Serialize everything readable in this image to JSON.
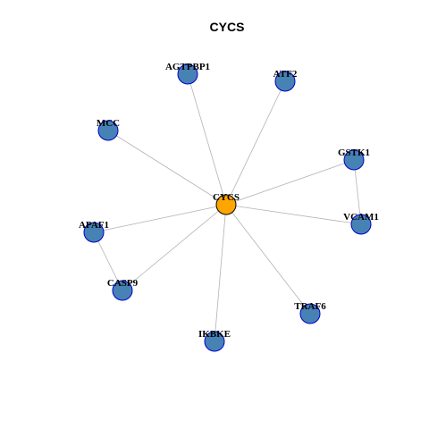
{
  "title": "CYCS",
  "colors": {
    "hub_fill": "#FFA500",
    "node_fill": "#4682B4",
    "node_stroke": "#0000CD",
    "hub_stroke": "#000000",
    "edge": "#B3B3B3"
  },
  "nodes": [
    {
      "id": "CYCS",
      "label": "CYCS",
      "hub": true
    },
    {
      "id": "AGTPBP1",
      "label": "AGTPBP1"
    },
    {
      "id": "ATF2",
      "label": "ATF2"
    },
    {
      "id": "MCC",
      "label": "MCC"
    },
    {
      "id": "GSTK1",
      "label": "GSTK1"
    },
    {
      "id": "VCAM1",
      "label": "VCAM1"
    },
    {
      "id": "APAF1",
      "label": "APAF1"
    },
    {
      "id": "CASP9",
      "label": "CASP9"
    },
    {
      "id": "TRAF6",
      "label": "TRAF6"
    },
    {
      "id": "IKBKE",
      "label": "IKBKE"
    }
  ],
  "edges": [
    [
      "CYCS",
      "AGTPBP1"
    ],
    [
      "CYCS",
      "ATF2"
    ],
    [
      "CYCS",
      "MCC"
    ],
    [
      "CYCS",
      "GSTK1"
    ],
    [
      "CYCS",
      "VCAM1"
    ],
    [
      "CYCS",
      "APAF1"
    ],
    [
      "CYCS",
      "CASP9"
    ],
    [
      "CYCS",
      "TRAF6"
    ],
    [
      "CYCS",
      "IKBKE"
    ],
    [
      "GSTK1",
      "VCAM1"
    ],
    [
      "APAF1",
      "CASP9"
    ]
  ]
}
